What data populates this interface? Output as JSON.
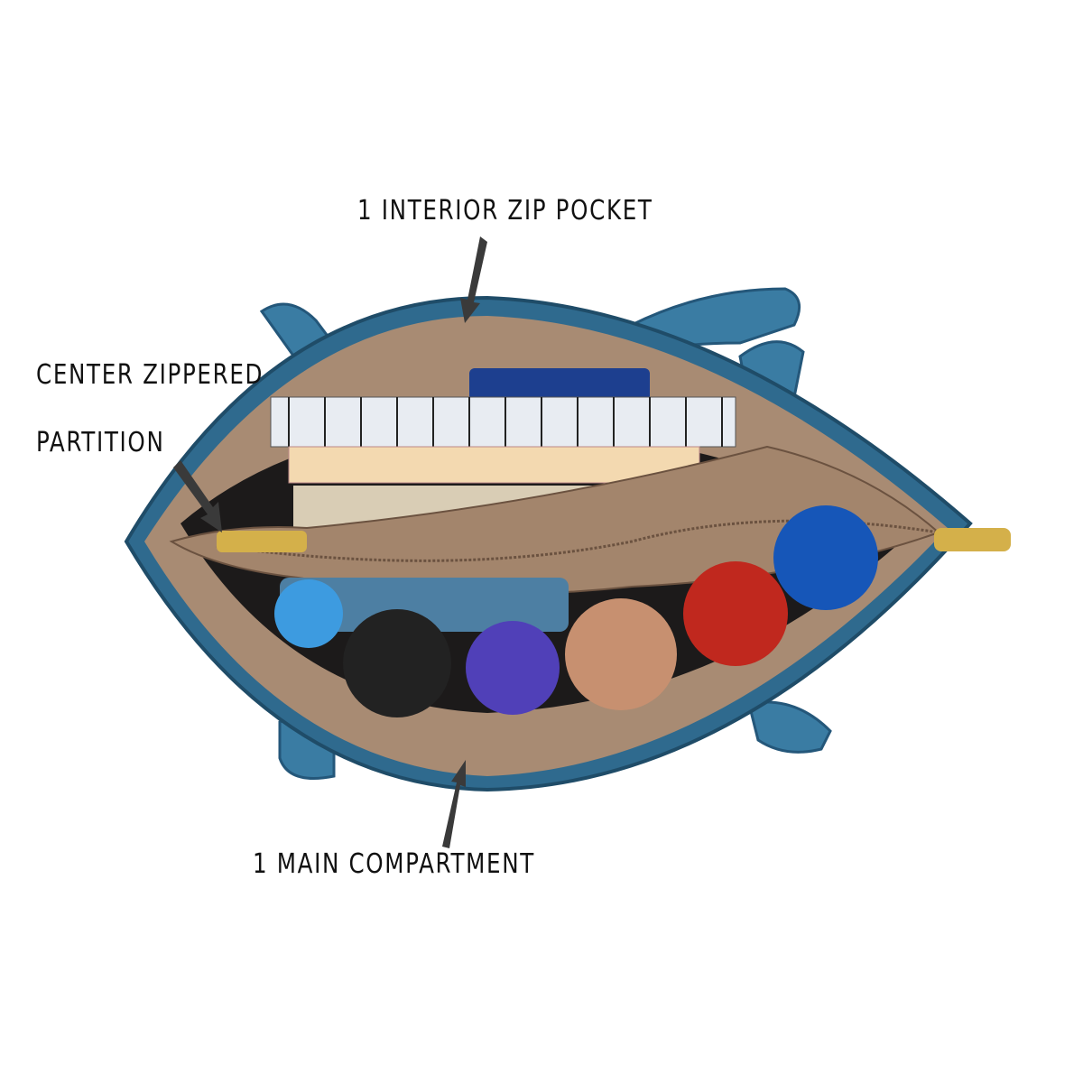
{
  "annotations": {
    "interior_zip_pocket": "1 INTERIOR ZIP POCKET",
    "center_partition_line1": "CENTER ZIPPERED",
    "center_partition_line2": "PARTITION",
    "main_compartment": "1 MAIN COMPARTMENT"
  },
  "colors": {
    "bag_blue": "#2f6a8e",
    "lining_tan": "#a88b73",
    "zipper_gold": "#d4b04a"
  }
}
